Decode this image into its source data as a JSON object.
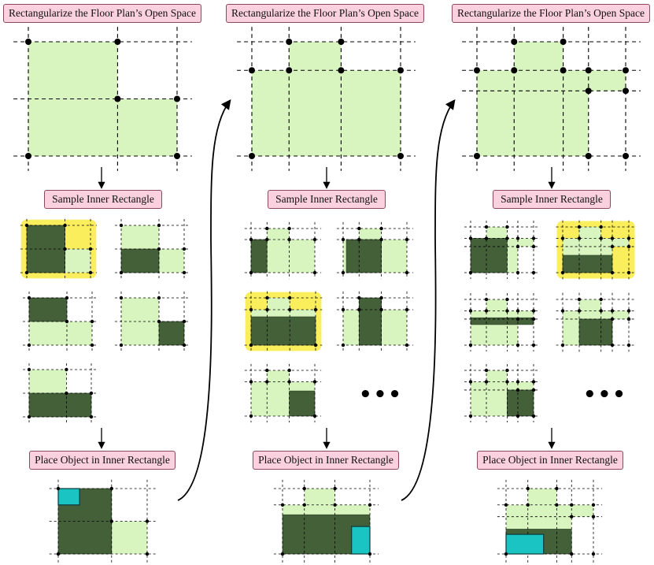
{
  "labels": {
    "rectangularize": "Rectangularize the Floor Plan’s Open Space",
    "sample": "Sample Inner Rectangle",
    "place": "Place Object in Inner Rectangle"
  },
  "more_indicator": "•••",
  "colors": {
    "open_space": "#d8f5c0",
    "sampled_rect": "#436039",
    "selection_highlight": "#fbee5c",
    "placed_object": "#19c4c2",
    "label_fill": "#fbd0df"
  }
}
